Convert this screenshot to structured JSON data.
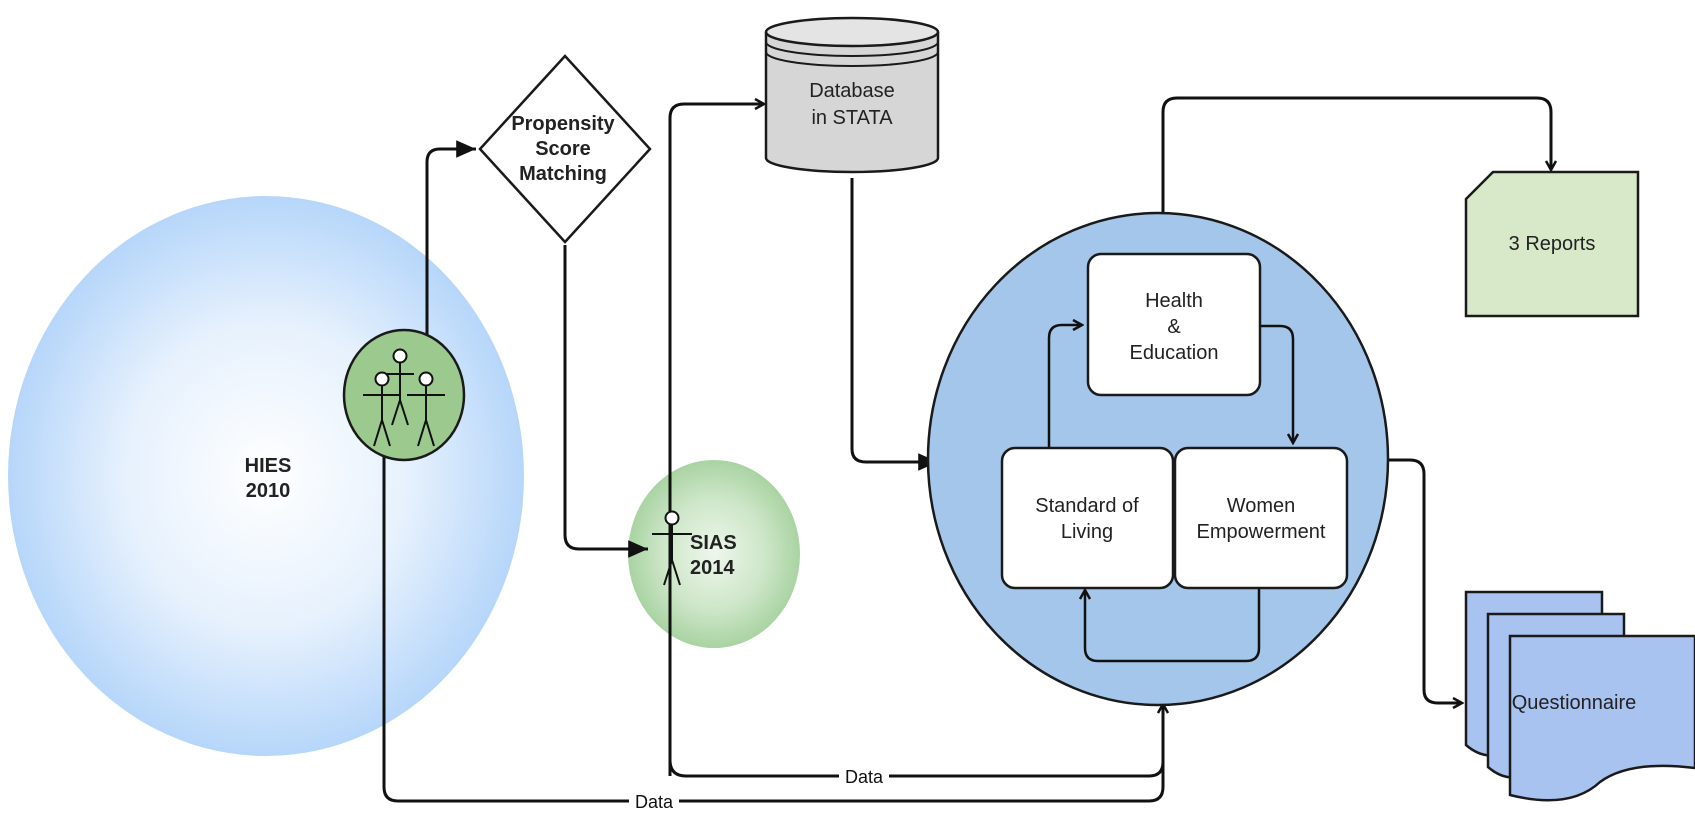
{
  "nodes": {
    "hies": {
      "line1": "HIES",
      "line2": "2010"
    },
    "psm": {
      "line1": "Propensity",
      "line2": "Score",
      "line3": "Matching"
    },
    "sias": {
      "line1": "SIAS",
      "line2": "2014"
    },
    "database": {
      "line1": "Database",
      "line2": "in STATA"
    },
    "health": {
      "line1": "Health",
      "line2": "&",
      "line3": "Education"
    },
    "standard": {
      "line1": "Standard of",
      "line2": "Living"
    },
    "women": {
      "line1": "Women",
      "line2": "Empowerment"
    },
    "reports": {
      "label": "3 Reports"
    },
    "questionnaire": {
      "label": "Questionnaire"
    }
  },
  "edges": {
    "data_upper": "Data",
    "data_lower": "Data"
  },
  "colors": {
    "hies_fill": "#bcd9f8",
    "sias_fill": "#b8dcb4",
    "actor_fill": "#9cc98d",
    "diamond_fill": "#ffffff",
    "database_fill": "#d6d6d6",
    "ellipse_fill": "#a4c6ea",
    "box_fill": "#ffffff",
    "reports_fill": "#d7e9c8",
    "questionnaire_fill": "#a9c3f0"
  },
  "icons": {
    "actor_group": "user-group-icon",
    "actor_single": "user-icon"
  }
}
